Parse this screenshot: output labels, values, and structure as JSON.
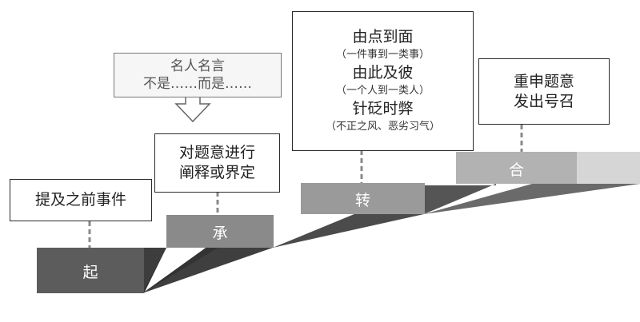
{
  "steps": [
    {
      "label": "起",
      "face": "#5c5c5c",
      "side": "#3a3a3a"
    },
    {
      "label": "承",
      "face": "#8a8a8a",
      "side": "#4a4a4a"
    },
    {
      "label": "转",
      "face": "#9a9a9a",
      "side": "#555555"
    },
    {
      "label": "合",
      "face": "#b2b2b2",
      "side": "#d0d0d0"
    }
  ],
  "box_qi": {
    "lines": [
      "提及之前事件"
    ]
  },
  "box_cheng": {
    "lines": [
      "对题意进行",
      "阐释或界定"
    ]
  },
  "callout_cheng": {
    "lines": [
      "名人名言",
      "不是……而是……"
    ]
  },
  "box_zhuan": {
    "lines": [
      {
        "text": "由点到面",
        "size": "big"
      },
      {
        "text": "（一件事到一类事）",
        "size": "small"
      },
      {
        "text": "由此及彼",
        "size": "big"
      },
      {
        "text": "（一个人到一类人）",
        "size": "small"
      },
      {
        "text": "针砭时弊",
        "size": "big"
      },
      {
        "text": "（不正之风、恶劣习气）",
        "size": "small"
      }
    ]
  },
  "box_he": {
    "lines": [
      "重申题意",
      "发出号召"
    ]
  }
}
